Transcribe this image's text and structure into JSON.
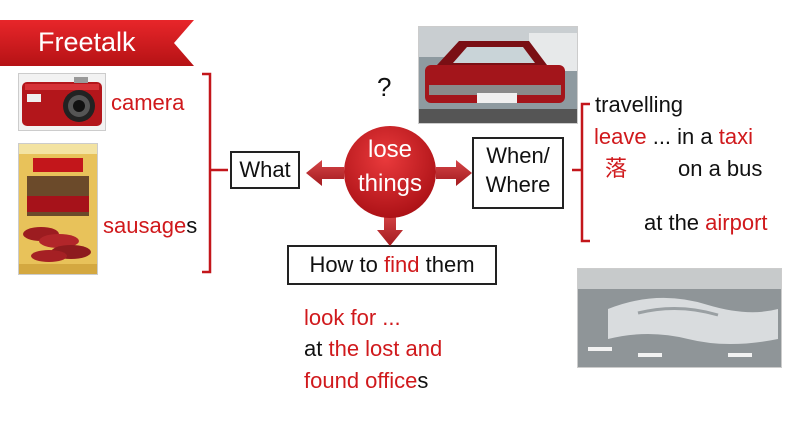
{
  "banner": {
    "title": "Freetalk",
    "color": "#d0191c"
  },
  "images": {
    "camera": "camera-photo",
    "sausages": "sausage-package-photo",
    "car": "red-taxi-car-photo",
    "airport": "airport-aerial-photo"
  },
  "what_items": {
    "camera": "camera",
    "sausages_red": "sausage",
    "sausages_black": "s"
  },
  "question_mark": "?",
  "center": {
    "line1": "lose",
    "line2": "things"
  },
  "what_box": "What",
  "when_box": {
    "line1": "When/",
    "line2": "Where"
  },
  "how_box": {
    "part1": "How to ",
    "part2": "find",
    "part3": " them"
  },
  "where_items": {
    "travelling": "travelling",
    "leave": "leave",
    "in_a": " ... in a ",
    "taxi": "taxi",
    "chinese": "落",
    "on_a_bus": "on a bus",
    "at_the": "at the ",
    "airport": "airport"
  },
  "find_items": {
    "look_for": "look for ...",
    "at": "at ",
    "lost_found": "the lost and",
    "found_office": "found office",
    "s": "s"
  },
  "colors": {
    "accent": "#d0191c",
    "arrow": "#b8272a"
  }
}
